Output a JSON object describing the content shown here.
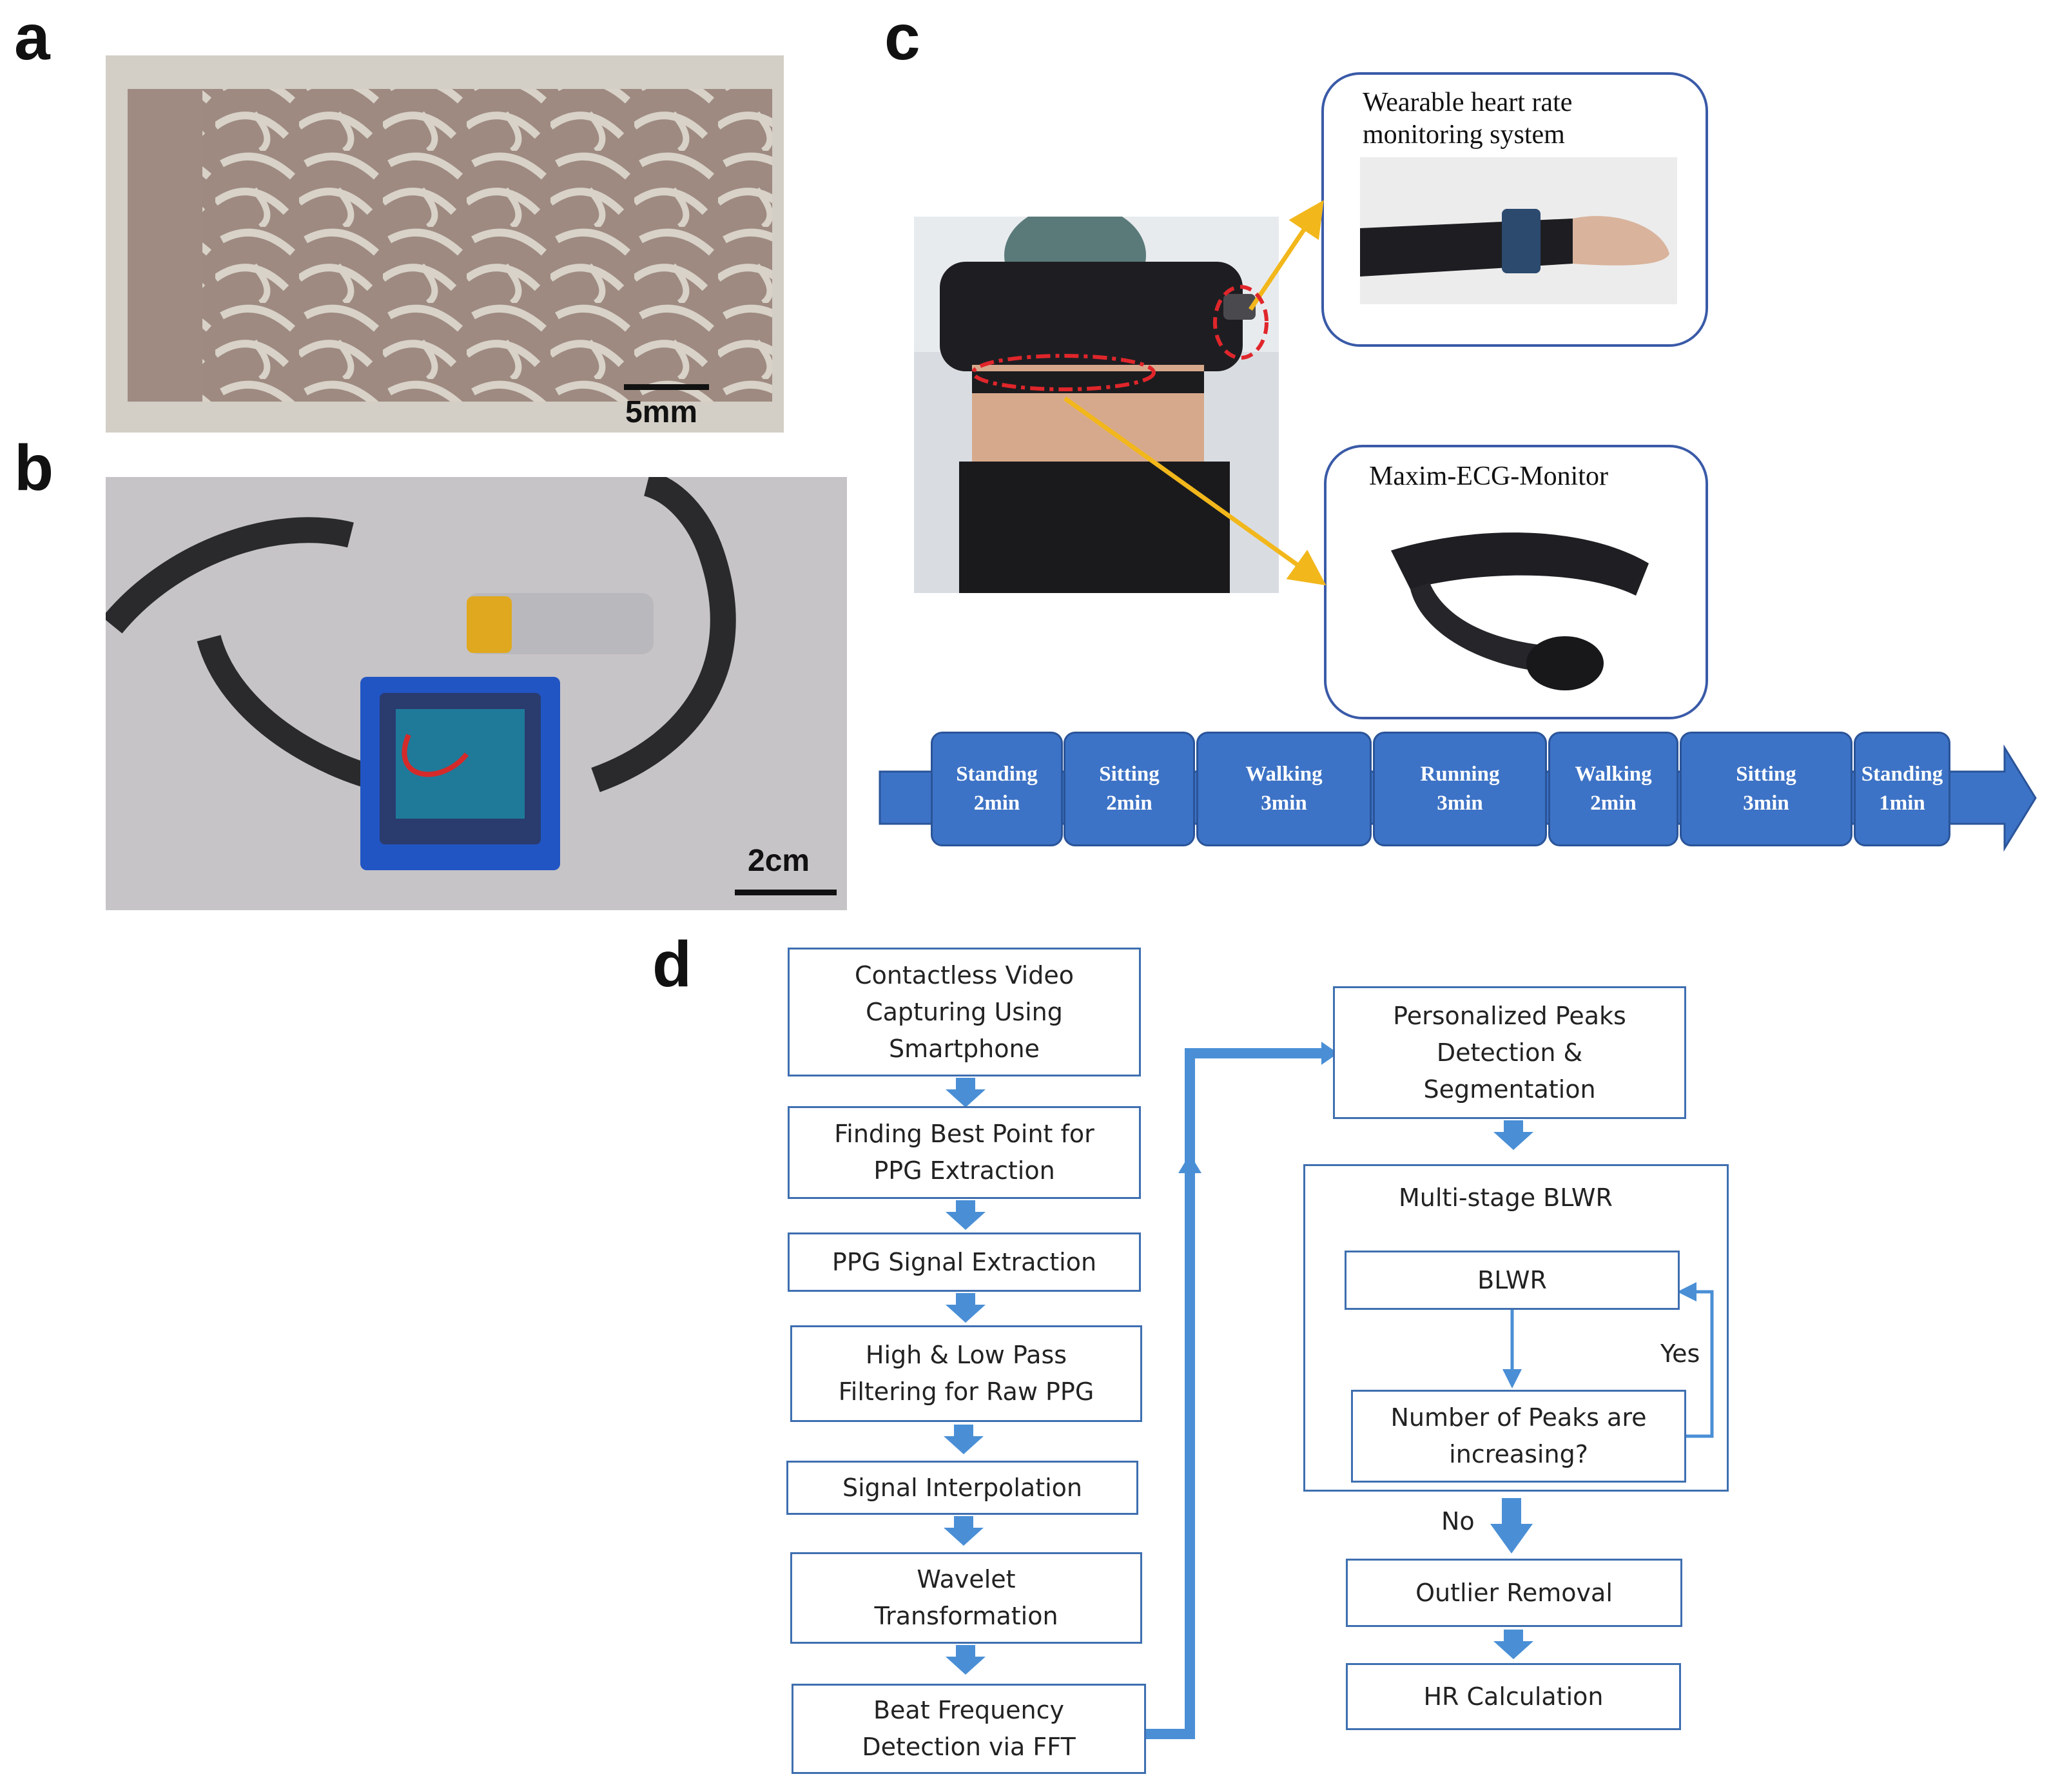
{
  "panels": {
    "a": {
      "letter": "a",
      "scale_label": "5mm"
    },
    "b": {
      "letter": "b",
      "scale_label": "2cm"
    },
    "c": {
      "letter": "c",
      "callout_top": "Wearable heart rate\nmonitoring system",
      "callout_bottom": "Maxim-ECG-Monitor",
      "timeline": [
        {
          "activity": "Standing",
          "duration": "2min"
        },
        {
          "activity": "Sitting",
          "duration": "2min"
        },
        {
          "activity": "Walking",
          "duration": "3min"
        },
        {
          "activity": "Running",
          "duration": "3min"
        },
        {
          "activity": "Walking",
          "duration": "2min"
        },
        {
          "activity": "Sitting",
          "duration": "3min"
        },
        {
          "activity": "Standing",
          "duration": "1min"
        }
      ]
    },
    "d": {
      "letter": "d",
      "left_column": [
        "Contactless Video\nCapturing Using\nSmartphone",
        "Finding Best Point for\nPPG Extraction",
        "PPG Signal Extraction",
        "High & Low Pass\nFiltering for Raw PPG",
        "Signal Interpolation",
        "Wavelet\nTransformation",
        "Beat Frequency\nDetection via FFT"
      ],
      "right_column": {
        "peaks": "Personalized Peaks\nDetection &\nSegmentation",
        "multistage_title": "Multi-stage BLWR",
        "blwr": "BLWR",
        "question": "Number of Peaks are\nincreasing?",
        "yes_label": "Yes",
        "no_label": "No",
        "outlier": "Outlier Removal",
        "hr": "HR Calculation"
      }
    }
  },
  "colors": {
    "timeline_fill": "#3d73c6",
    "flow_arrow": "#4a8fd6",
    "box_border": "#3e6fb0",
    "callout_arrow": "#f2b71b",
    "dash_ring": "#e0262b"
  }
}
